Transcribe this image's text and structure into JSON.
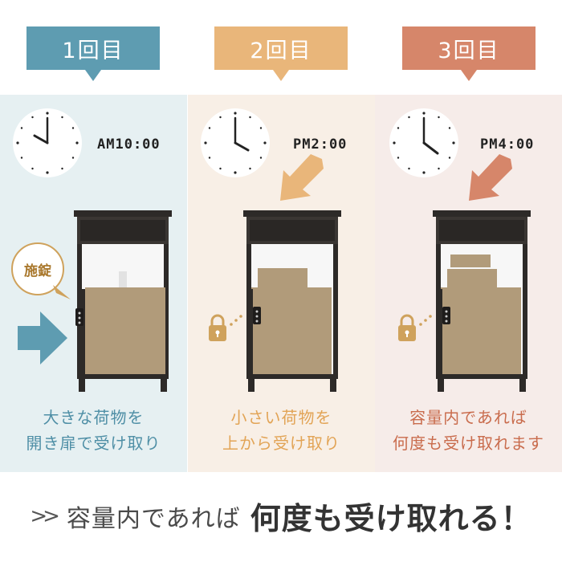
{
  "steps": [
    {
      "label": "1回目",
      "time": "AM10:00",
      "caption_line1": "大きな荷物を",
      "caption_line2": "開き扉で受け取り"
    },
    {
      "label": "2回目",
      "time": "PM2:00",
      "caption_line1": "小さい荷物を",
      "caption_line2": "上から受け取り"
    },
    {
      "label": "3回目",
      "time": "PM4:00",
      "caption_line1": "容量内であれば",
      "caption_line2": "何度も受け取れます"
    }
  ],
  "lock_badge": "施錠",
  "footer": {
    "chevron": ">>",
    "lead": "容量内であれば",
    "emphasis": "何度も受け取れる！"
  },
  "colors": {
    "step1": "#5e9cb1",
    "step2": "#e9b67a",
    "step3": "#d6866a",
    "gold": "#cfa25c",
    "cabinet": "#2d2a28",
    "box": "#b19b7a"
  }
}
